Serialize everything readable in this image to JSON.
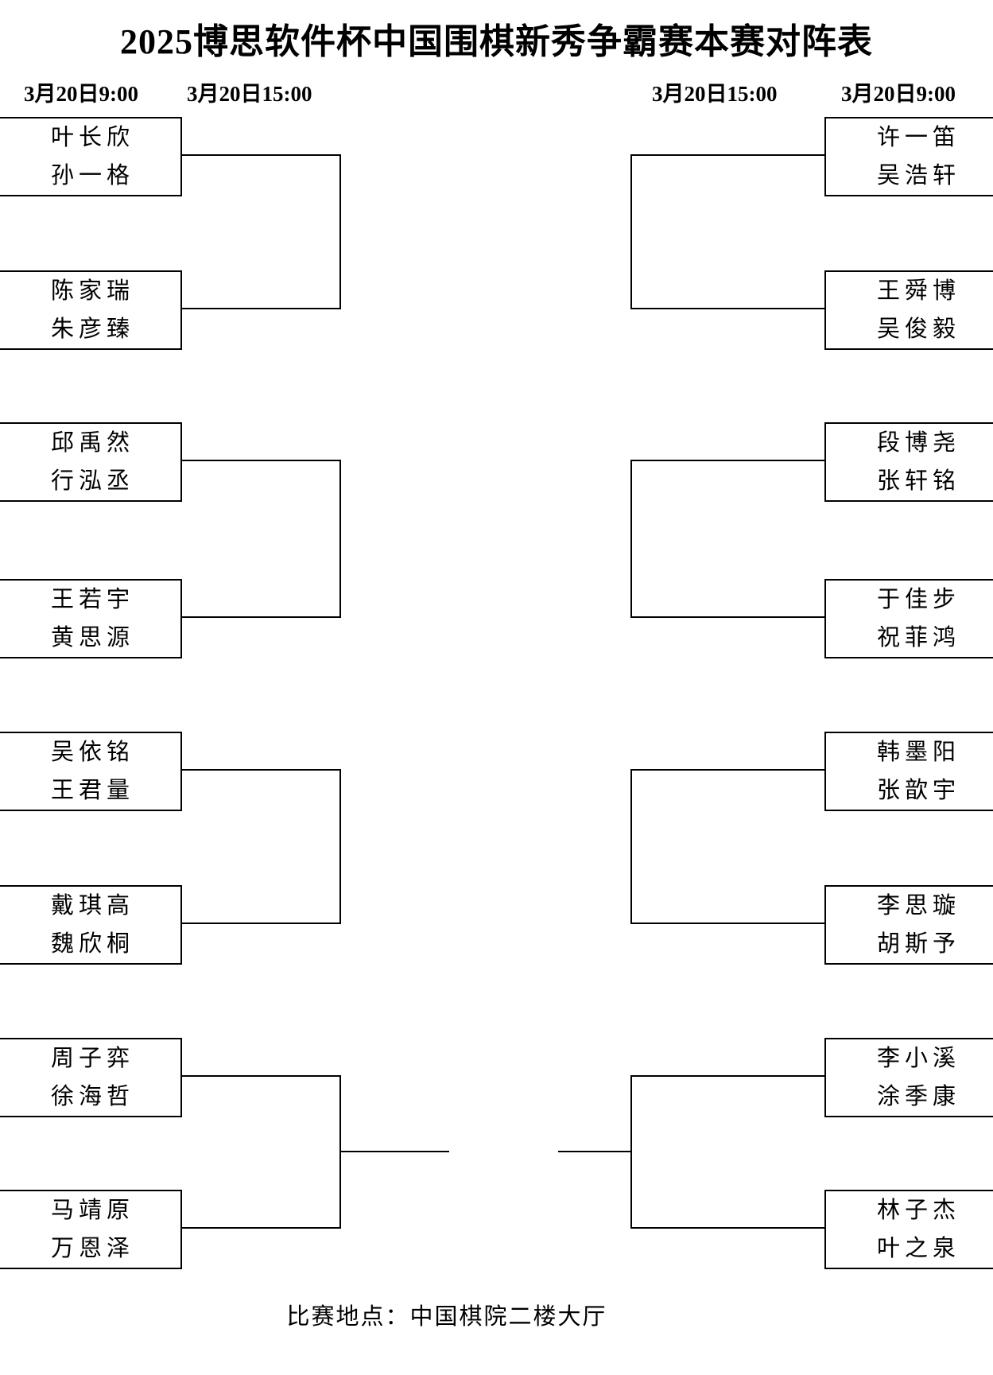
{
  "title": "2025博思软件杯中国围棋新秀争霸赛本赛对阵表",
  "schedule": {
    "left": [
      "3月20日9:00",
      "3月20日15:00"
    ],
    "right": [
      "3月20日15:00",
      "3月20日9:00"
    ]
  },
  "bracket": {
    "left": [
      {
        "p1": "叶长欣",
        "p2": "孙一格"
      },
      {
        "p1": "陈家瑞",
        "p2": "朱彦臻"
      },
      {
        "p1": "邱禹然",
        "p2": "行泓丞"
      },
      {
        "p1": "王若宇",
        "p2": "黄思源"
      },
      {
        "p1": "吴依铭",
        "p2": "王君量"
      },
      {
        "p1": "戴琪高",
        "p2": "魏欣桐"
      },
      {
        "p1": "周子弈",
        "p2": "徐海哲"
      },
      {
        "p1": "马靖原",
        "p2": "万恩泽"
      }
    ],
    "right": [
      {
        "p1": "许一笛",
        "p2": "吴浩轩"
      },
      {
        "p1": "王舜博",
        "p2": "吴俊毅"
      },
      {
        "p1": "段博尧",
        "p2": "张轩铭"
      },
      {
        "p1": "于佳步",
        "p2": "祝菲鸿"
      },
      {
        "p1": "韩墨阳",
        "p2": "张歆宇"
      },
      {
        "p1": "李思璇",
        "p2": "胡斯予"
      },
      {
        "p1": "李小溪",
        "p2": "涂季康"
      },
      {
        "p1": "林子杰",
        "p2": "叶之泉"
      }
    ]
  },
  "footer": {
    "venue": "比赛地点：中国棋院二楼大厅"
  }
}
